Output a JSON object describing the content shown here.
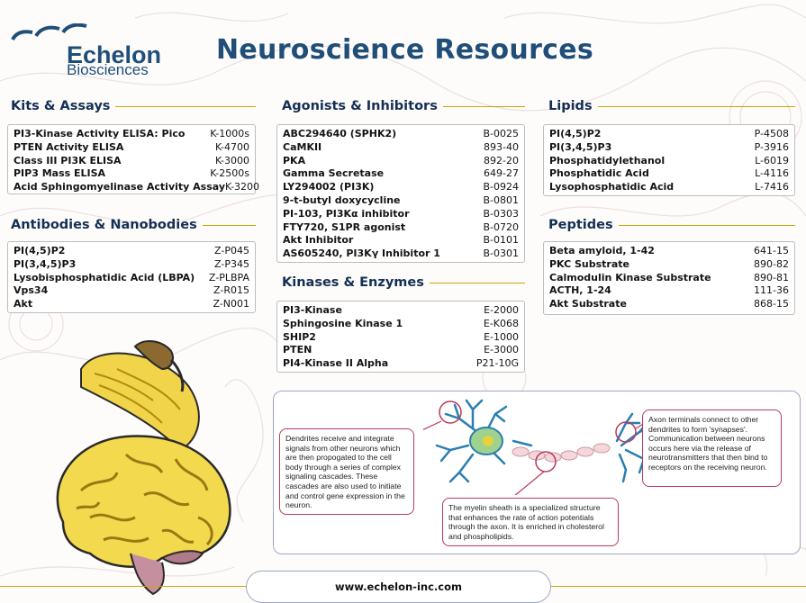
{
  "header": {
    "logo_name": "Echelon",
    "logo_sub": "Biosciences",
    "title": "Neuroscience Resources"
  },
  "sections": {
    "kits": {
      "title": "Kits & Assays",
      "items": [
        {
          "name": "PI3-Kinase Activity ELISA: Pico",
          "code": "K-1000s"
        },
        {
          "name": "PTEN Activity ELISA",
          "code": "K-4700"
        },
        {
          "name": "Class III PI3K ELISA",
          "code": "K-3000"
        },
        {
          "name": "PIP3 Mass ELISA",
          "code": "K-2500s"
        },
        {
          "name": "Acid Sphingomyelinase Activity Assay",
          "code": "K-3200"
        }
      ]
    },
    "antibodies": {
      "title": "Antibodies & Nanobodies",
      "items": [
        {
          "name": "PI(4,5)P2",
          "code": "Z-P045"
        },
        {
          "name": "PI(3,4,5)P3",
          "code": "Z-P345"
        },
        {
          "name": "Lysobisphosphatidic Acid (LBPA)",
          "code": "Z-PLBPA"
        },
        {
          "name": "Vps34",
          "code": "Z-R015"
        },
        {
          "name": "Akt",
          "code": "Z-N001"
        }
      ]
    },
    "agonists": {
      "title": "Agonists & Inhibitors",
      "items": [
        {
          "name": "ABC294640 (SPHK2)",
          "code": "B-0025"
        },
        {
          "name": "CaMKII",
          "code": "893-40"
        },
        {
          "name": "PKA",
          "code": "892-20"
        },
        {
          "name": "Gamma Secretase",
          "code": "649-27"
        },
        {
          "name": "LY294002 (PI3K)",
          "code": "B-0924"
        },
        {
          "name": "9-t-butyl doxycycline",
          "code": "B-0801"
        },
        {
          "name": "PI-103, PI3Kα inhibitor",
          "code": "B-0303"
        },
        {
          "name": "FTY720, S1PR agonist",
          "code": "B-0720"
        },
        {
          "name": "Akt Inhibitor",
          "code": "B-0101"
        },
        {
          "name": "AS605240, PI3Kγ Inhibitor 1",
          "code": "B-0301"
        }
      ]
    },
    "kinases": {
      "title": "Kinases & Enzymes",
      "items": [
        {
          "name": "PI3-Kinase",
          "code": "E-2000"
        },
        {
          "name": "Sphingosine Kinase 1",
          "code": "E-K068"
        },
        {
          "name": "SHIP2",
          "code": "E-1000"
        },
        {
          "name": "PTEN",
          "code": "E-3000"
        },
        {
          "name": "PI4-Kinase II Alpha",
          "code": "P21-10G"
        }
      ]
    },
    "lipids": {
      "title": "Lipids",
      "items": [
        {
          "name": "PI(4,5)P2",
          "code": "P-4508"
        },
        {
          "name": "PI(3,4,5)P3",
          "code": "P-3916"
        },
        {
          "name": "Phosphatidylethanol",
          "code": "L-6019"
        },
        {
          "name": "Phosphatidic Acid",
          "code": "L-4116"
        },
        {
          "name": "Lysophosphatidic Acid",
          "code": "L-7416"
        }
      ]
    },
    "peptides": {
      "title": "Peptides",
      "items": [
        {
          "name": "Beta amyloid, 1-42",
          "code": "641-15"
        },
        {
          "name": "PKC Substrate",
          "code": "890-82"
        },
        {
          "name": "Calmodulin Kinase Substrate",
          "code": "890-81"
        },
        {
          "name": "ACTH, 1-24",
          "code": "111-36"
        },
        {
          "name": "Akt Substrate",
          "code": "868-15"
        }
      ]
    }
  },
  "diagram": {
    "dendrites_text": "Dendrites receive and integrate signals from other neurons which are then propogated to the cell body through a series of complex signaling cascades. These cascades are also used to initiate and control gene expression in the neuron.",
    "myelin_text": "The myelin sheath is a specialized structure that enhances the rate of action potentials through the axon. It is enriched in cholesterol and phospholipids.",
    "axon_text": "Axon terminals connect to other dendrites to form 'synapses'. Communication between neurons occurs here via the release of neurotransmitters that then bind to receptors on the receiving neuron."
  },
  "footer": {
    "url": "www.echelon-inc.com"
  },
  "colors": {
    "brand_blue": "#1f4e79",
    "gold": "#c9a800",
    "callout_border": "#b83a5a"
  }
}
